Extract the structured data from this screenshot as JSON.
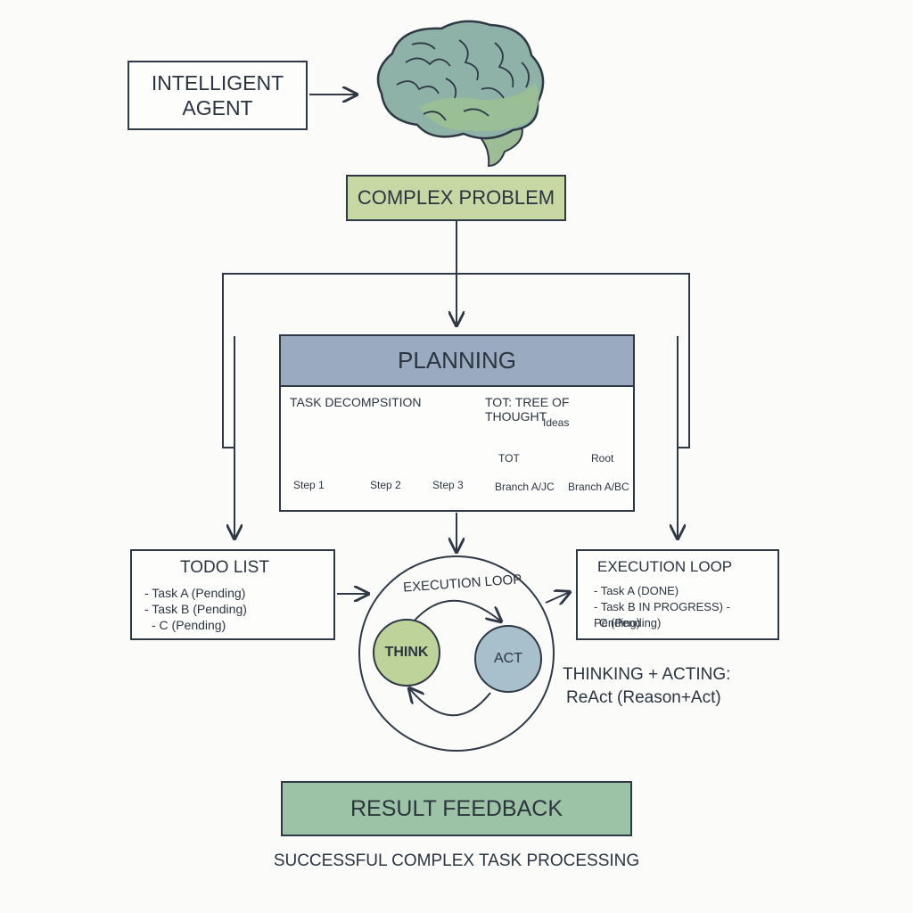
{
  "agent": {
    "line1": "INTELLIGENT",
    "line2": "AGENT"
  },
  "problem": {
    "label": "COMPLEX PROBLEM"
  },
  "planning": {
    "title": "PLANNING",
    "decomposition": {
      "label": "TASK DECOMPSITION",
      "steps": [
        "Step 1",
        "Step 2",
        "Step 3"
      ]
    },
    "tot": {
      "label": "TOT: TREE OF THOUGHT",
      "ideas": "Ideas",
      "left": "TOT",
      "right": "Root",
      "branch_left": "Branch A/JC",
      "branch_right": "Branch A/BC"
    }
  },
  "todo": {
    "title": "TODO LIST",
    "items": [
      "- Task A (Pending)",
      "- Task B (Pending)",
      "- C (Pending)"
    ]
  },
  "loop": {
    "arc_label": "EXECUTION LOOP",
    "think": "THINK",
    "act": "ACT"
  },
  "execution": {
    "title": "EXECUTION LOOP",
    "items": [
      "- Task A (DONE)",
      "- Task B IN PROGRESS) - Pending)",
      "C (Pending)"
    ]
  },
  "react": {
    "line1": "THINKING + ACTING:",
    "line2": "ReAct (Reason+Act)"
  },
  "result": {
    "label": "RESULT FEEDBACK"
  },
  "caption": "SUCCESSFUL COMPLEX TASK PROCESSING"
}
